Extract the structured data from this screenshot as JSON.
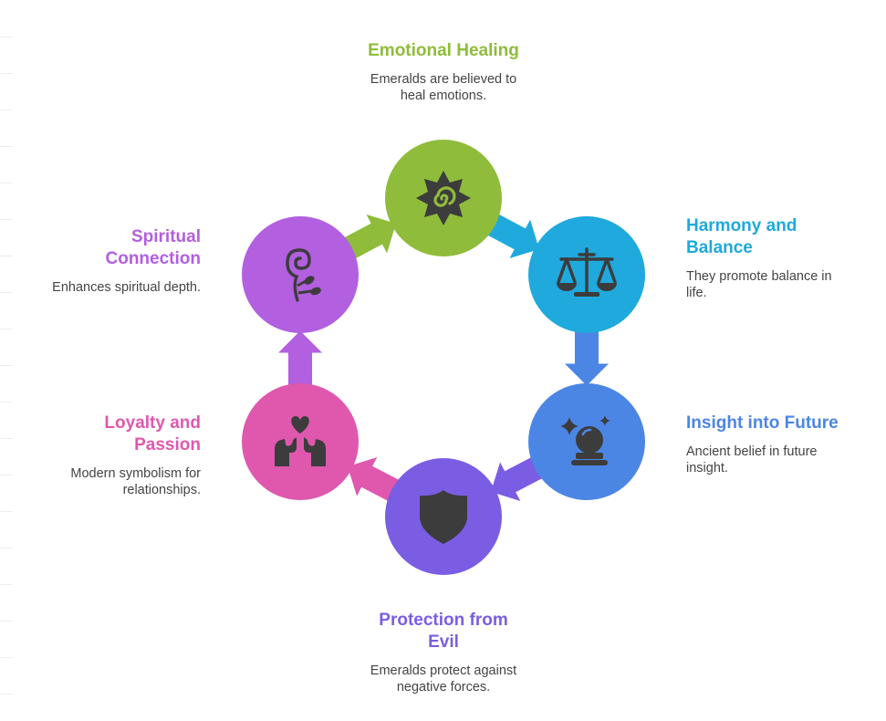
{
  "colors": {
    "emotional_healing": "#8fbc3a",
    "harmony_balance": "#1fa9dc",
    "insight_future": "#4c86e4",
    "protection_evil": "#7b5de3",
    "loyalty_passion": "#df58ae",
    "spiritual_connection": "#b25fe0",
    "icon": "#3c3c3c",
    "description_text": "#444444"
  },
  "stages": [
    {
      "key": "emotional_healing",
      "title": "Emotional Healing",
      "description": "Emeralds are believed to heal emotions.",
      "icon": "sun-swirl-icon"
    },
    {
      "key": "harmony_balance",
      "title": "Harmony and Balance",
      "description": "They promote balance in life.",
      "icon": "balance-scale-icon"
    },
    {
      "key": "insight_future",
      "title": "Insight into Future",
      "description": "Ancient belief in future insight.",
      "icon": "crystal-ball-icon"
    },
    {
      "key": "protection_evil",
      "title": "Protection from Evil",
      "description": "Emeralds protect against negative forces.",
      "icon": "shield-icon"
    },
    {
      "key": "loyalty_passion",
      "title": "Loyalty and Passion",
      "description": "Modern symbolism for relationships.",
      "icon": "hands-heart-icon"
    },
    {
      "key": "spiritual_connection",
      "title": "Spiritual Connection",
      "description": "Enhances spiritual depth.",
      "icon": "spiral-sprout-icon"
    }
  ]
}
